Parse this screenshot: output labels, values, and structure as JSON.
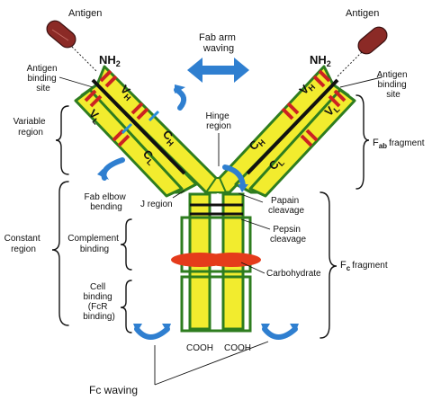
{
  "labels": {
    "antigen_left": "Antigen",
    "antigen_right": "Antigen",
    "nh2": "NH",
    "nh2_sub": "2",
    "fab_arm_line1": "Fab arm",
    "fab_arm_line2": "waving",
    "antigen_binding_site_line1": "Antigen",
    "antigen_binding_site_line2": "binding",
    "antigen_binding_site_line3": "site",
    "variable_region_line1": "Variable",
    "variable_region_line2": "region",
    "hinge_region_line1": "Hinge",
    "hinge_region_line2": "region",
    "fab_fragment_main": "F",
    "fab_fragment_sub": "ab",
    "fab_fragment_word": "fragment",
    "fab_elbow_line1": "Fab elbow",
    "fab_elbow_line2": "bending",
    "j_region": "J region",
    "papain_line1": "Papain",
    "papain_line2": "cleavage",
    "pepsin_line1": "Pepsin",
    "pepsin_line2": "cleavage",
    "constant_region_line1": "Constant",
    "constant_region_line2": "region",
    "complement_line1": "Complement",
    "complement_line2": "binding",
    "fc_fragment_main": "F",
    "fc_fragment_sub": "c",
    "fc_fragment_word": "fragment",
    "carbohydrate": "Carbohydrate",
    "cell_binding_line1": "Cell",
    "cell_binding_line2": "binding",
    "cell_binding_line3": "(FcR",
    "cell_binding_line4": "binding)",
    "cooh": "COOH",
    "fc_waving": "Fc waving"
  },
  "domains": {
    "vl": "V",
    "vl_sub": "L",
    "vh": "V",
    "vh_sub": "H",
    "ch": "C",
    "ch_sub": "H",
    "cl": "C",
    "cl_sub": "L"
  },
  "colors": {
    "chain_fill": "#f2ec2e",
    "chain_border": "#2e7d1f",
    "disulfide": "#cc2222",
    "linker": "#111111",
    "arrow_blue": "#2f7fd0",
    "carbohydrate": "#e53b1b",
    "antigen_fill": "#8b2a26",
    "ch_cl_link": "#2a8fd8"
  }
}
